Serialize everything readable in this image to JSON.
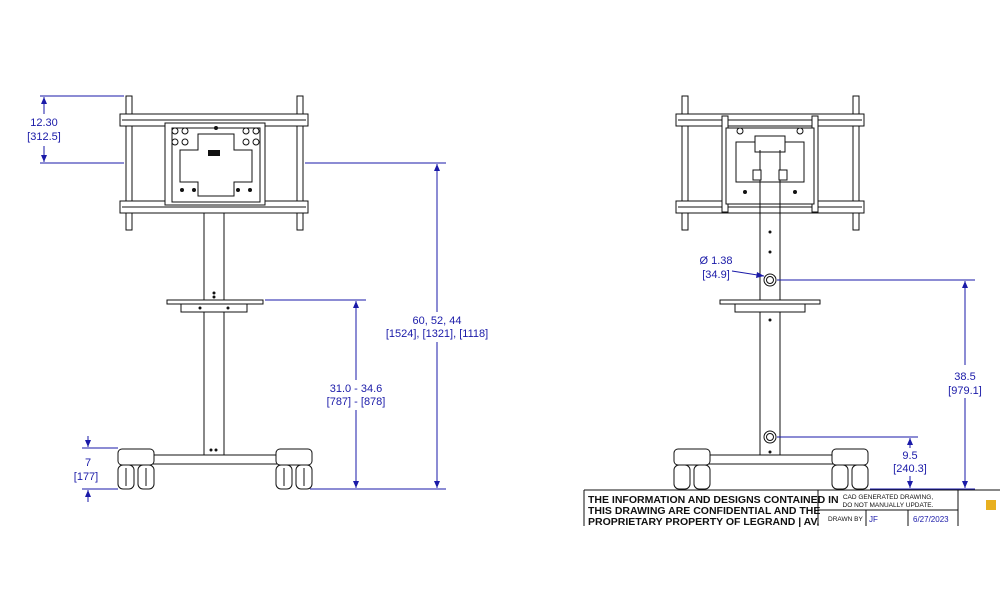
{
  "front_view": {
    "dims": {
      "plate_height": "12.30",
      "plate_height_mm": "[312.5]",
      "overall_height": "60, 52, 44",
      "overall_height_mm": "[1524], [1321], [1118]",
      "shelf_height": "31.0 - 34.6",
      "shelf_height_mm": "[787] - [878]",
      "caster_height": "7",
      "caster_height_mm": "[177]"
    }
  },
  "side_view": {
    "dims": {
      "hole_dia": "Ø 1.38",
      "hole_dia_mm": "[34.9]",
      "upper_hole_height": "38.5",
      "upper_hole_height_mm": "[979.1]",
      "lower_hole_height": "9.5",
      "lower_hole_height_mm": "[240.3]"
    }
  },
  "title_block": {
    "notice_line1": "THE INFORMATION AND DESIGNS CONTAINED IN",
    "notice_line2": "THIS DRAWING ARE CONFIDENTIAL AND THE",
    "notice_line3": "PROPRIETARY PROPERTY OF LEGRAND | AV.",
    "cad_line1": "CAD GENERATED DRAWING,",
    "cad_line2": "DO NOT MANUALLY UPDATE.",
    "drawn_by_label": "DRAWN BY",
    "drawn_by": "JF",
    "date": "6/27/2023"
  },
  "colors": {
    "dimension": "#1a1aa8",
    "line": "#111111"
  }
}
